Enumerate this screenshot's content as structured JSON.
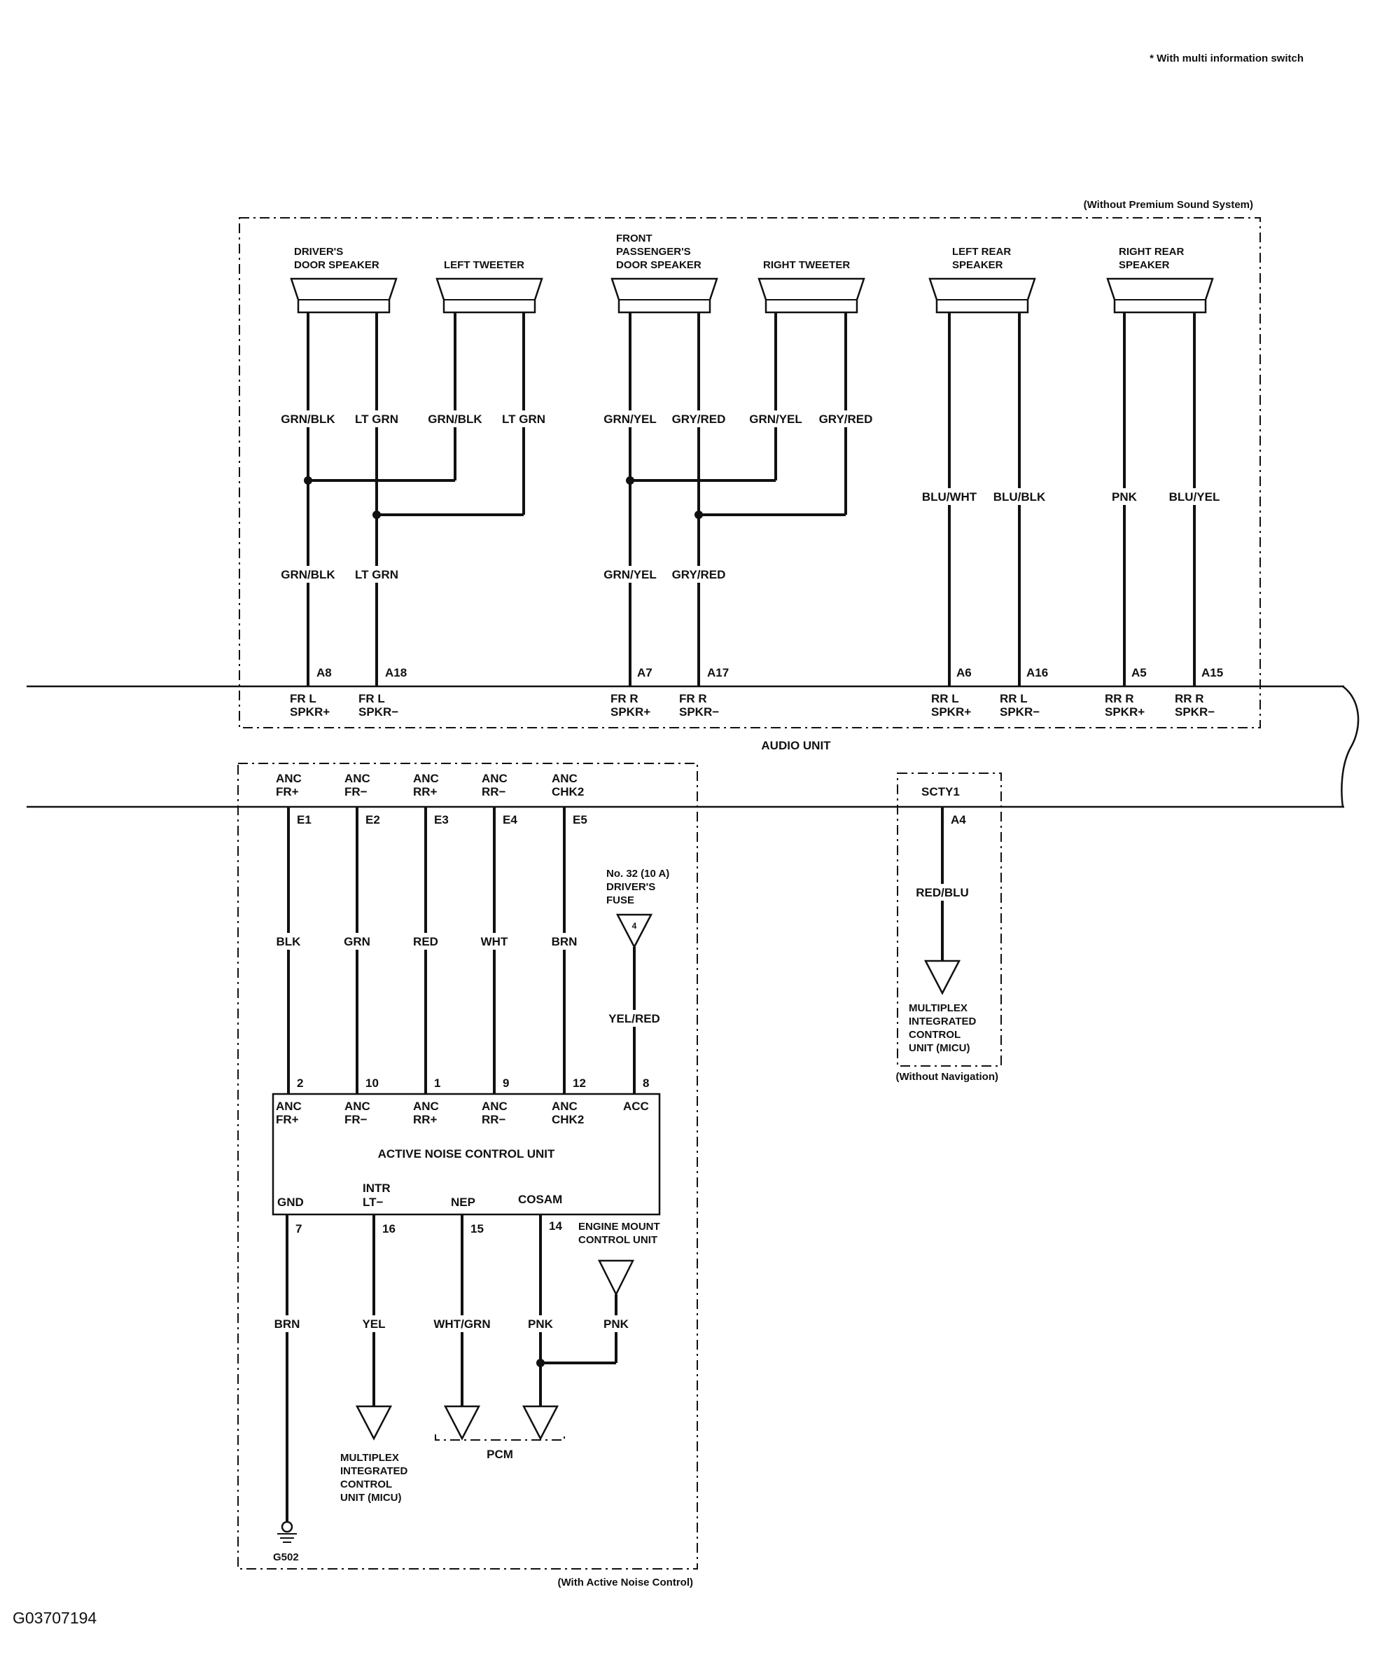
{
  "notes": {
    "footnote": "* With multi information switch",
    "without_premium": "(Without Premium Sound System)",
    "with_anc": "(With Active Noise Control)",
    "without_nav": "(Without Navigation)",
    "figure_id": "G03707194"
  },
  "audio_unit_label": "AUDIO UNIT",
  "speakers": {
    "drivers_door": [
      "DRIVER'S",
      "DOOR SPEAKER"
    ],
    "left_tweeter": [
      "LEFT TWEETER"
    ],
    "front_pass_door": [
      "FRONT",
      "PASSENGER'S",
      "DOOR SPEAKER"
    ],
    "right_tweeter": [
      "RIGHT TWEETER"
    ],
    "left_rear": [
      "LEFT REAR",
      "SPEAKER"
    ],
    "right_rear": [
      "RIGHT REAR",
      "SPEAKER"
    ]
  },
  "wire_colors": {
    "grn_blk": "GRN/BLK",
    "lt_grn": "LT GRN",
    "grn_yel": "GRN/YEL",
    "gry_red": "GRY/RED",
    "blu_wht": "BLU/WHT",
    "blu_blk": "BLU/BLK",
    "pnk": "PNK",
    "blu_yel": "BLU/YEL",
    "blk": "BLK",
    "grn": "GRN",
    "red": "RED",
    "wht": "WHT",
    "brn": "BRN",
    "yel_red": "YEL/RED",
    "red_blu": "RED/BLU",
    "yel": "YEL",
    "wht_grn": "WHT/GRN"
  },
  "audio_pins": {
    "a8": "A8",
    "a18": "A18",
    "a7": "A7",
    "a17": "A17",
    "a6": "A6",
    "a16": "A16",
    "a5": "A5",
    "a15": "A15",
    "e1": "E1",
    "e2": "E2",
    "e3": "E3",
    "e4": "E4",
    "e5": "E5",
    "a4": "A4"
  },
  "audio_terminals": {
    "frl_p": [
      "FR L",
      "SPKR+"
    ],
    "frl_m": [
      "FR L",
      "SPKR−"
    ],
    "frr_p": [
      "FR R",
      "SPKR+"
    ],
    "frr_m": [
      "FR R",
      "SPKR−"
    ],
    "rrl_p": [
      "RR L",
      "SPKR+"
    ],
    "rrl_m": [
      "RR L",
      "SPKR−"
    ],
    "rrr_p": [
      "RR R",
      "SPKR+"
    ],
    "rrr_m": [
      "RR R",
      "SPKR−"
    ],
    "anc_fr_p": [
      "ANC",
      "FR+"
    ],
    "anc_fr_m": [
      "ANC",
      "FR−"
    ],
    "anc_rr_p": [
      "ANC",
      "RR+"
    ],
    "anc_rr_m": [
      "ANC",
      "RR−"
    ],
    "anc_chk2": [
      "ANC",
      "CHK2"
    ],
    "scty1": "SCTY1"
  },
  "fuse": {
    "label": [
      "No. 32 (10 A)",
      "DRIVER'S",
      "FUSE"
    ],
    "number": "4"
  },
  "anc_unit": {
    "title": "ACTIVE NOISE CONTROL UNIT",
    "top_pins": [
      "2",
      "10",
      "1",
      "9",
      "12",
      "8"
    ],
    "top_terms": {
      "fr_p": [
        "ANC",
        "FR+"
      ],
      "fr_m": [
        "ANC",
        "FR−"
      ],
      "rr_p": [
        "ANC",
        "RR+"
      ],
      "rr_m": [
        "ANC",
        "RR−"
      ],
      "chk2": [
        "ANC",
        "CHK2"
      ],
      "acc": "ACC"
    },
    "bottom_terms": {
      "gnd": "GND",
      "intr": [
        "INTR",
        "LT−"
      ],
      "nep": "NEP",
      "cosam": "COSAM"
    },
    "bottom_pins": [
      "7",
      "16",
      "15",
      "14"
    ]
  },
  "engine_mount": [
    "ENGINE MOUNT",
    "CONTROL UNIT"
  ],
  "micu": [
    "MULTIPLEX",
    "INTEGRATED",
    "CONTROL",
    "UNIT (MICU)"
  ],
  "micu_bottom": [
    "MULTIPLEX",
    "INTEGRATED",
    "CONTROL",
    "UNIT (MICU)"
  ],
  "pcm": "PCM",
  "ground": "G502"
}
